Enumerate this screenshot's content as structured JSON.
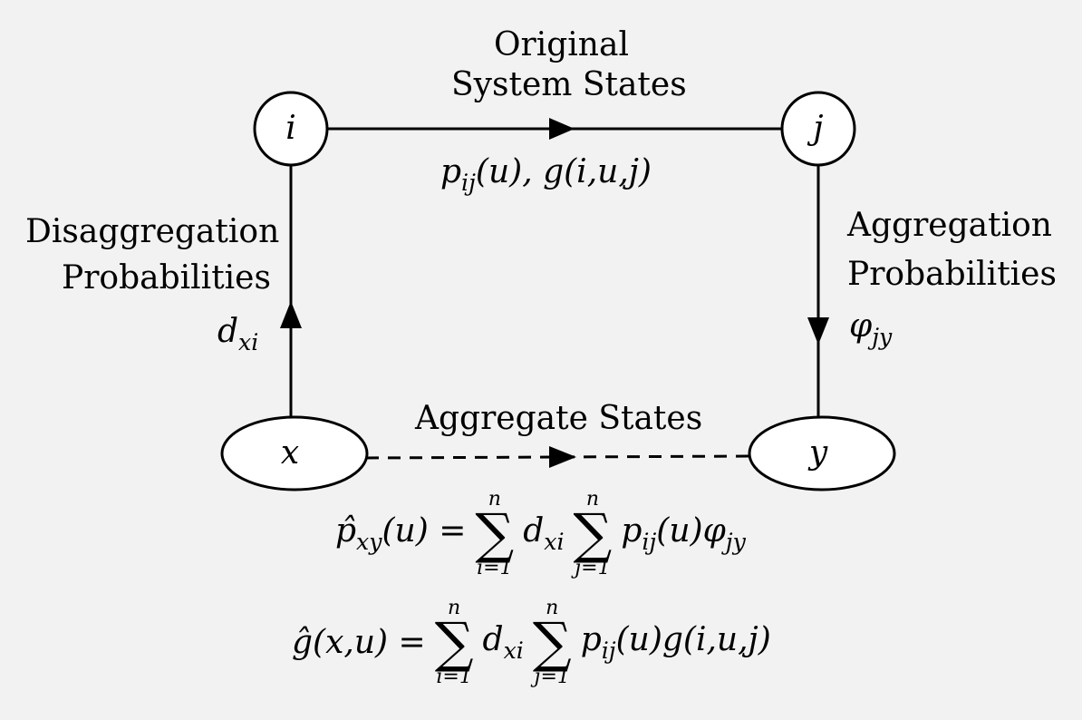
{
  "top_label": [
    "Original",
    "System States"
  ],
  "nodes": {
    "i": "i",
    "j": "j",
    "x": "x",
    "y": "y"
  },
  "top_edge_label": "p_ij(u), g(i,u,j)",
  "left_label": [
    "Disaggregation",
    "Probabilities"
  ],
  "left_symbol": "d_xi",
  "right_label": [
    "Aggregation",
    "Probabilities"
  ],
  "right_symbol": "φ_jy",
  "bottom_label": "Aggregate States",
  "formula_1": {
    "lhs": "p̂_xy(u) =",
    "sum1_upper": "n",
    "sum1_lower": "i=1",
    "term1": "d_xi",
    "sum2_upper": "n",
    "sum2_lower": "j=1",
    "term2": "p_ij(u)φ_jy"
  },
  "formula_2": {
    "lhs": "ĝ(x,u) =",
    "sum1_upper": "n",
    "sum1_lower": "i=1",
    "term1": "d_xi",
    "sum2_upper": "n",
    "sum2_lower": "j=1",
    "term2": "p_ij(u)g(i,u,j)"
  }
}
